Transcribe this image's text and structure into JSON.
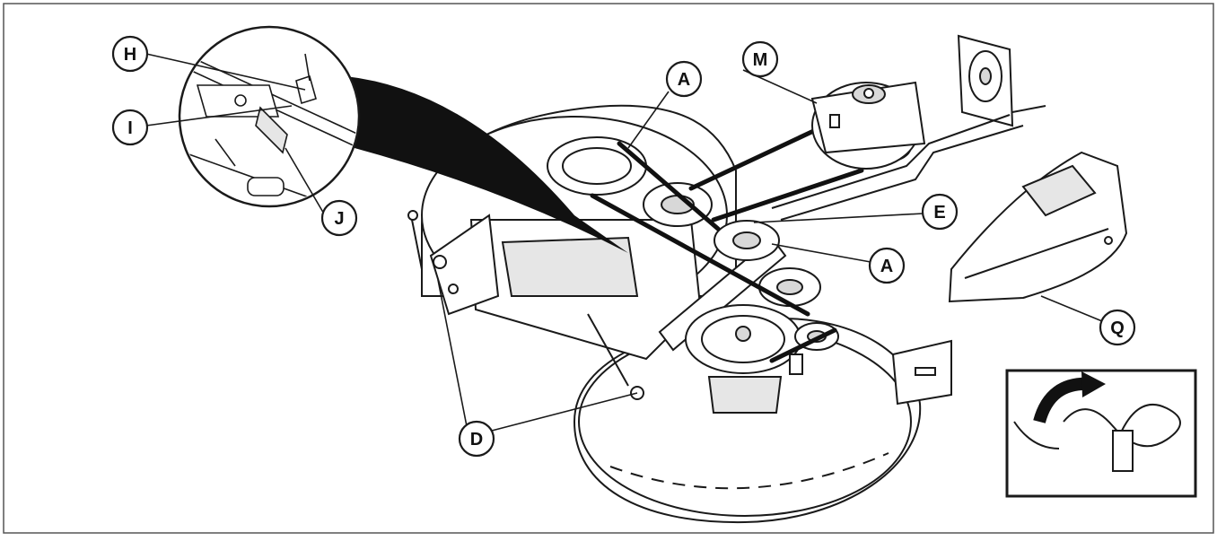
{
  "callouts": {
    "h": "H",
    "i": "I",
    "j": "J",
    "a_top": "A",
    "a_right": "A",
    "m": "M",
    "e": "E",
    "d": "D",
    "q": "Q"
  },
  "colors": {
    "line": "#1a1a1a",
    "frame": "#555555",
    "fill": "#ffffff",
    "shade": "#d8d8d8"
  }
}
